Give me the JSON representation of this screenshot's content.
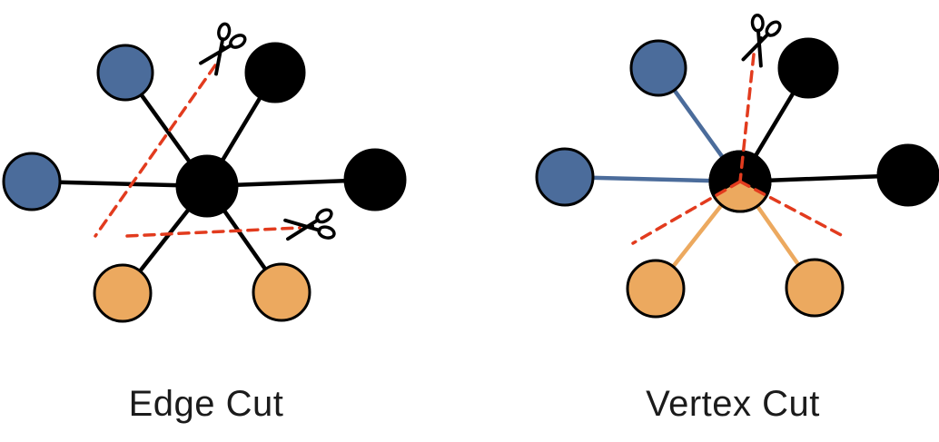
{
  "figure": {
    "colors": {
      "node_blue": "#4b6c9b",
      "node_orange": "#eca95f",
      "node_black": "#000000",
      "edge_black": "#000000",
      "cut_red": "#e23b1e",
      "background": "#ffffff",
      "label_text": "#1b1b1b"
    },
    "icons": {
      "scissors": "✂"
    },
    "cut_style": {
      "color": "cut_red",
      "pattern": "dashed"
    },
    "diagrams": [
      {
        "id": "edge-cut",
        "label": "Edge Cut",
        "cut_type": "edge",
        "center_node": {
          "color": "node_black"
        },
        "peripheral_nodes": [
          {
            "position": "top-left",
            "color": "node_blue",
            "edge_color": "edge_black"
          },
          {
            "position": "top-right",
            "color": "node_black",
            "edge_color": "edge_black"
          },
          {
            "position": "left",
            "color": "node_blue",
            "edge_color": "edge_black"
          },
          {
            "position": "right",
            "color": "node_black",
            "edge_color": "edge_black"
          },
          {
            "position": "bottom-left",
            "color": "node_orange",
            "edge_color": "edge_black"
          },
          {
            "position": "bottom-right",
            "color": "node_orange",
            "edge_color": "edge_black"
          }
        ],
        "cut_lines": 2,
        "scissors_count": 2
      },
      {
        "id": "vertex-cut",
        "label": "Vertex Cut",
        "cut_type": "vertex",
        "center_node": {
          "color": "node_black",
          "wedge_color": "node_orange"
        },
        "peripheral_nodes": [
          {
            "position": "top-left",
            "color": "node_blue",
            "edge_color": "node_blue"
          },
          {
            "position": "top-right",
            "color": "node_black",
            "edge_color": "edge_black"
          },
          {
            "position": "left",
            "color": "node_blue",
            "edge_color": "node_blue"
          },
          {
            "position": "right",
            "color": "node_black",
            "edge_color": "edge_black"
          },
          {
            "position": "bottom-left",
            "color": "node_orange",
            "edge_color": "node_orange"
          },
          {
            "position": "bottom-right",
            "color": "node_orange",
            "edge_color": "node_orange"
          }
        ],
        "cut_lines": 3,
        "scissors_count": 1
      }
    ]
  }
}
